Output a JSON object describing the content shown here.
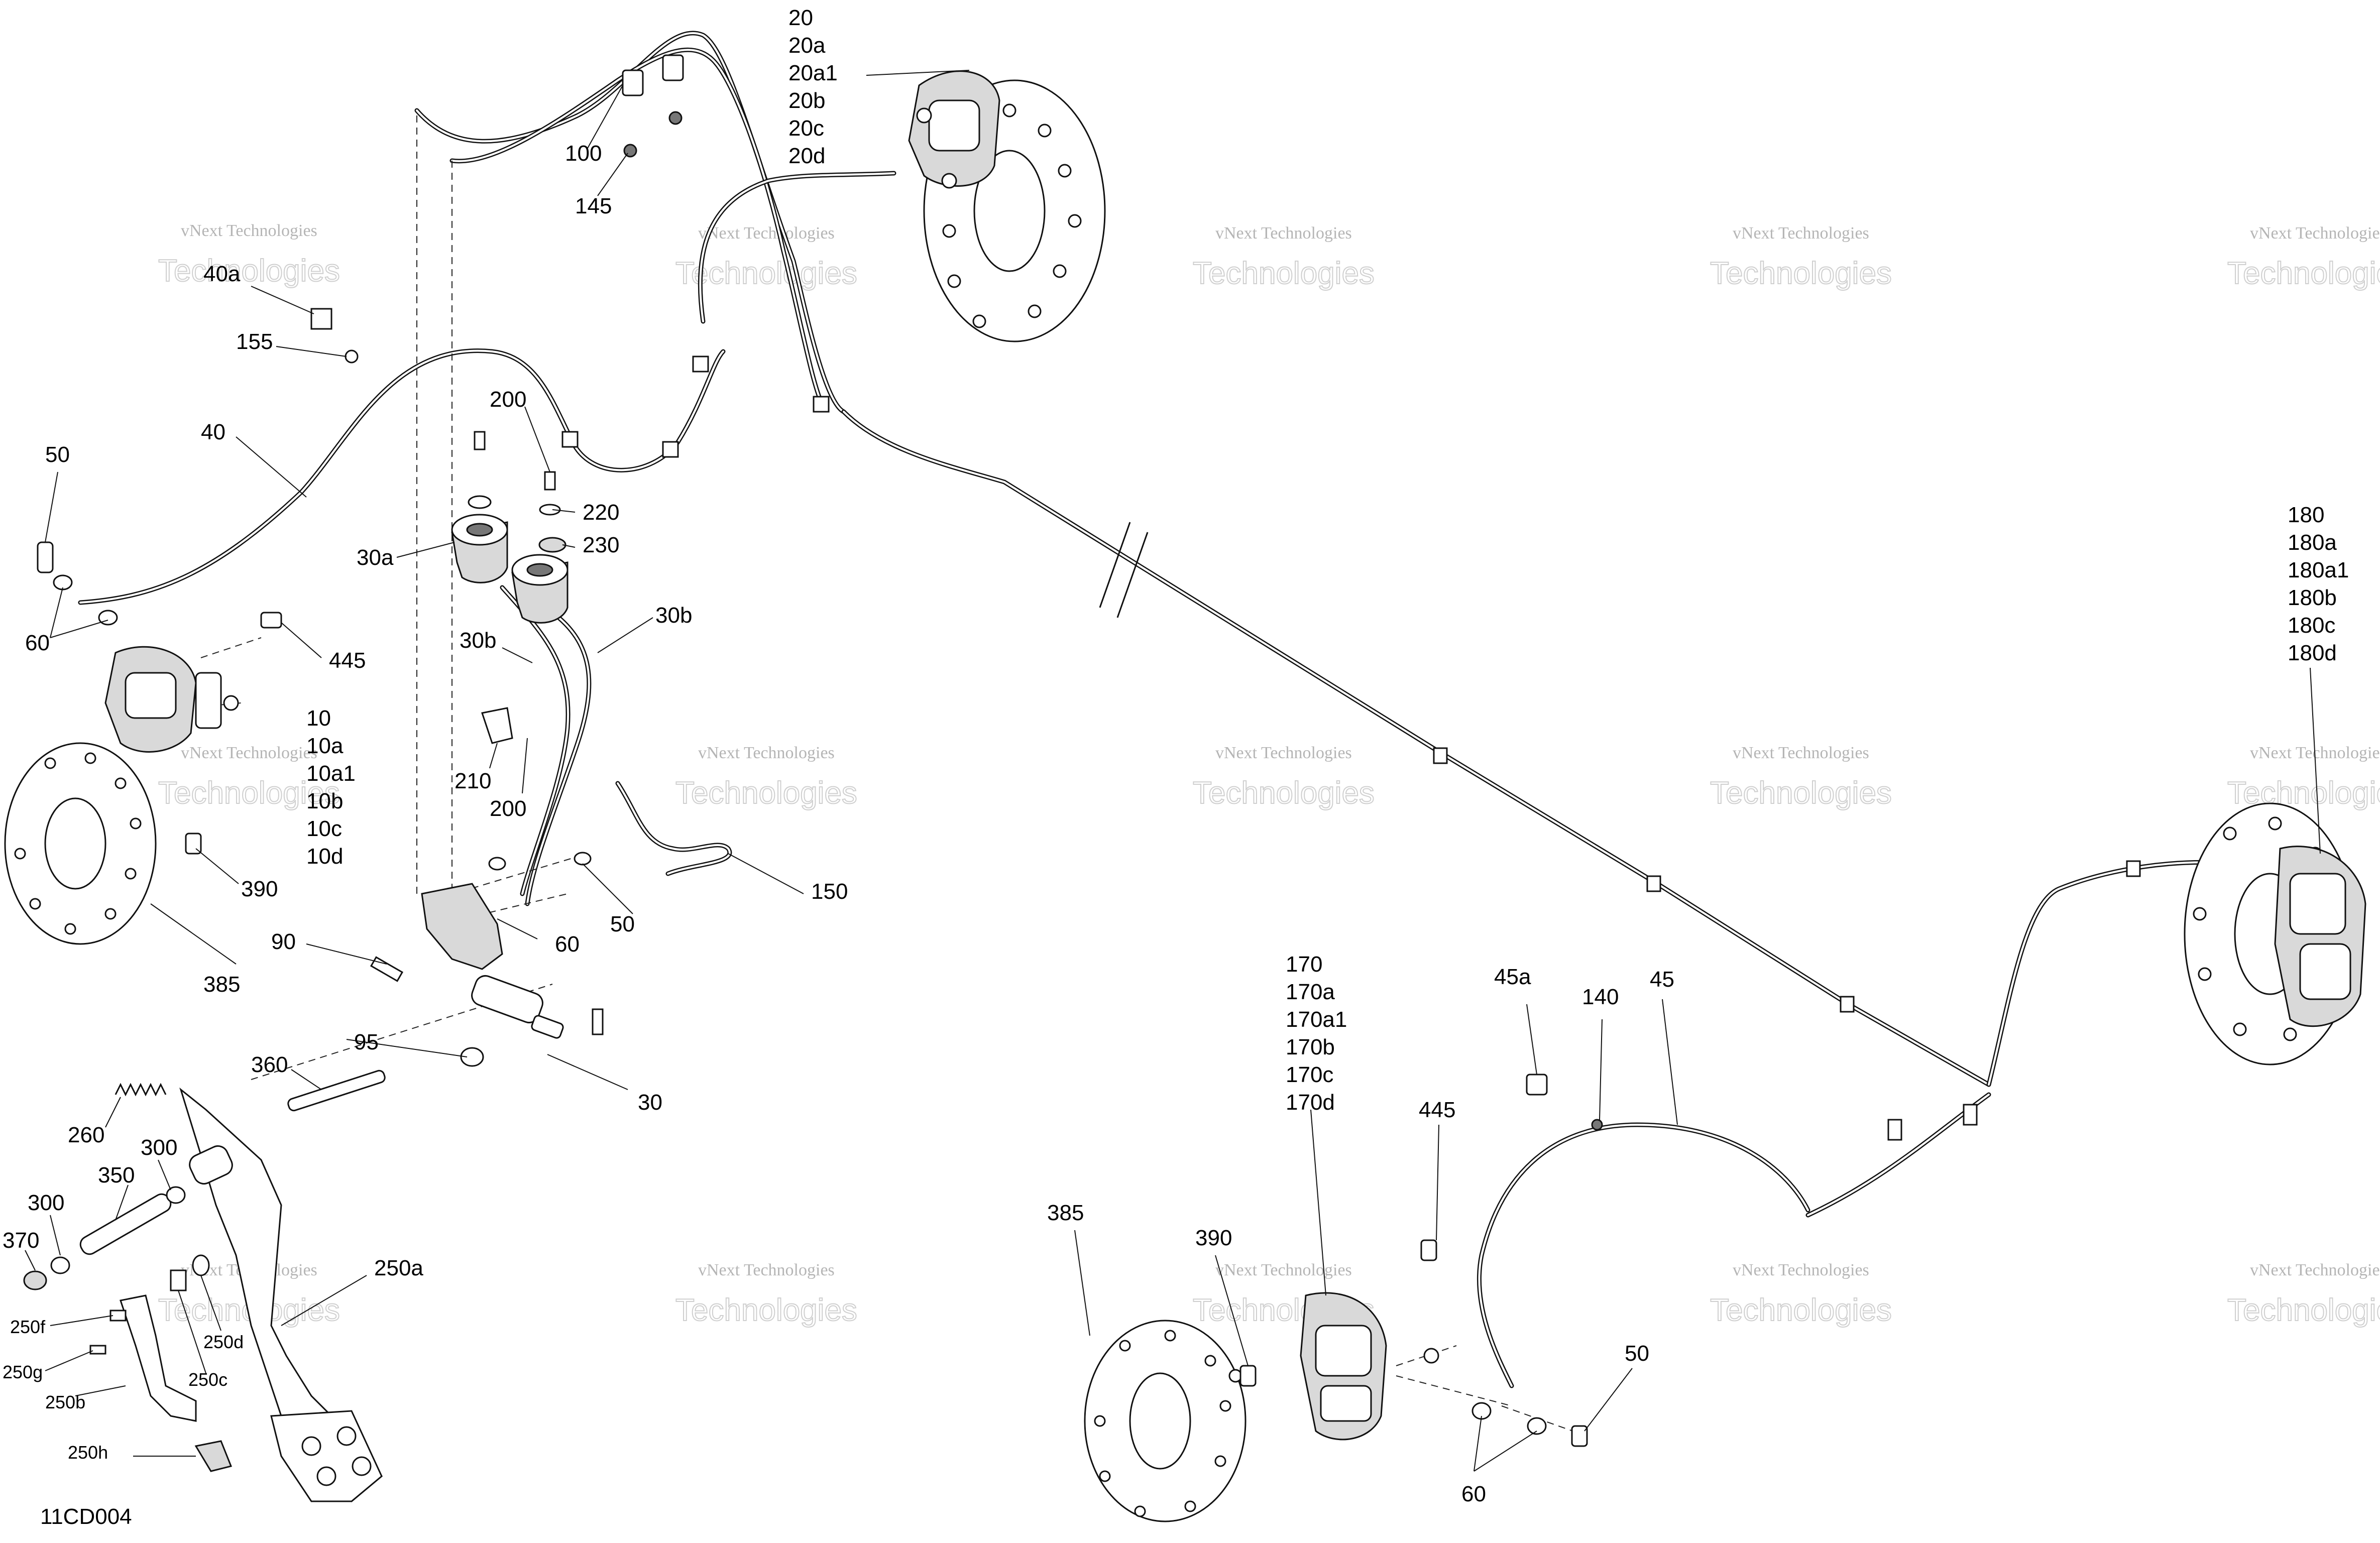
{
  "diagram_id": "11CD004",
  "watermark": {
    "line1": "vNext Technologies",
    "line2": "Technologies"
  },
  "callouts": {
    "c20": "20",
    "c20a": "20a",
    "c20a1": "20a1",
    "c20b": "20b",
    "c20c": "20c",
    "c20d": "20d",
    "c100": "100",
    "c145": "145",
    "c40a": "40a",
    "c155": "155",
    "c40": "40",
    "c50_left": "50",
    "c60_left": "60",
    "c200_top": "200",
    "c220": "220",
    "c230": "230",
    "c30a": "30a",
    "c30b_left": "30b",
    "c30b_right": "30b",
    "c445_left": "445",
    "c10": "10",
    "c10a": "10a",
    "c10a1": "10a1",
    "c10b": "10b",
    "c10c": "10c",
    "c10d": "10d",
    "c210": "210",
    "c200_mid": "200",
    "c390_left": "390",
    "c385_left": "385",
    "c150": "150",
    "c50_mid": "50",
    "c60_mid": "60",
    "c90": "90",
    "c95": "95",
    "c30": "30",
    "c360": "360",
    "c260": "260",
    "c300_a": "300",
    "c350": "350",
    "c300_b": "300",
    "c370": "370",
    "c250a": "250a",
    "c250f": "250f",
    "c250d": "250d",
    "c250g": "250g",
    "c250c": "250c",
    "c250b": "250b",
    "c250h": "250h",
    "c180": "180",
    "c180a": "180a",
    "c180a1": "180a1",
    "c180b": "180b",
    "c180c": "180c",
    "c180d": "180d",
    "c170": "170",
    "c170a": "170a",
    "c170a1": "170a1",
    "c170b": "170b",
    "c170c": "170c",
    "c170d": "170d",
    "c445_right": "445",
    "c45a": "45a",
    "c140": "140",
    "c45": "45",
    "c385_right": "385",
    "c390_right": "390",
    "c50_right": "50",
    "c60_right": "60"
  }
}
